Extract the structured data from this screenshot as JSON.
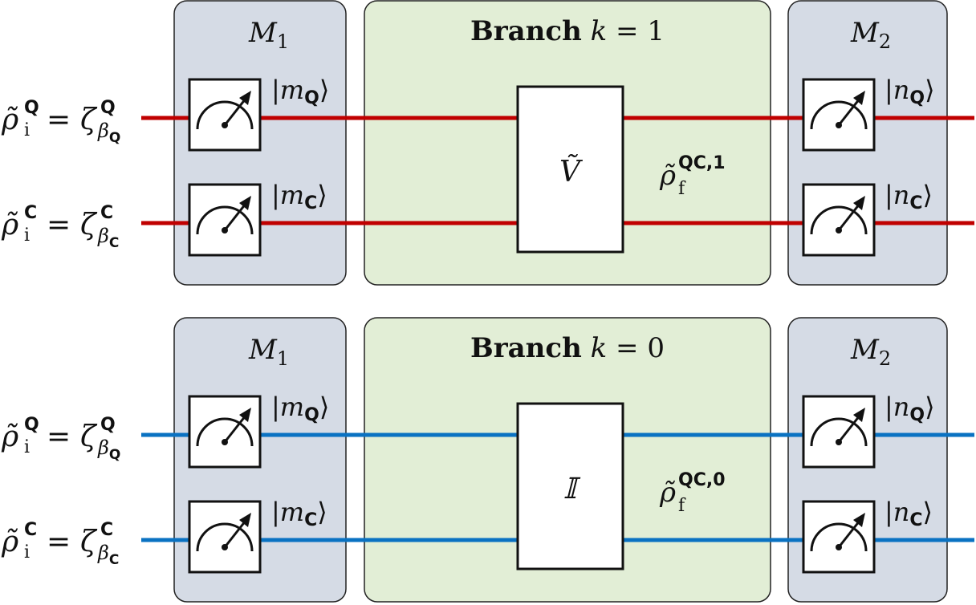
{
  "colors": {
    "measure_box_fill": "#d5dbe5",
    "branch_box_fill": "#e2eed6",
    "border": "#222222",
    "wire_branch_1": "#c00000",
    "wire_branch_0": "#0a72c2"
  },
  "panels": [
    {
      "id": "k1",
      "wire_color_key": "wire_branch_1",
      "m1_label": "M",
      "m1_sub": "1",
      "m2_label": "M",
      "m2_sub": "2",
      "branch_word": "Branch",
      "branch_k": "k",
      "branch_eq": " = 1",
      "gate_symbol": "Ṽ",
      "final_state": {
        "base": "ρ̃",
        "sub": "f",
        "sup": "QC,1"
      },
      "inputs": [
        {
          "lhs_base": "ρ̃",
          "lhs_sub": "i",
          "lhs_sup": "Q",
          "eq": "=",
          "rhs_base": "ζ",
          "rhs_sup": "Q",
          "rhs_sub": "β",
          "rhs_subsub": "Q"
        },
        {
          "lhs_base": "ρ̃",
          "lhs_sub": "i",
          "lhs_sup": "C",
          "eq": "=",
          "rhs_base": "ζ",
          "rhs_sup": "C",
          "rhs_sub": "β",
          "rhs_subsub": "C"
        }
      ],
      "outcomes_m1": [
        {
          "open": "|",
          "letter": "m",
          "sub": "Q",
          "close": "⟩"
        },
        {
          "open": "|",
          "letter": "m",
          "sub": "C",
          "close": "⟩"
        }
      ],
      "outcomes_m2": [
        {
          "open": "|",
          "letter": "n",
          "sub": "Q",
          "close": "⟩"
        },
        {
          "open": "|",
          "letter": "n",
          "sub": "C",
          "close": "⟩"
        }
      ],
      "meter_icon": "meter-icon"
    },
    {
      "id": "k0",
      "wire_color_key": "wire_branch_0",
      "m1_label": "M",
      "m1_sub": "1",
      "m2_label": "M",
      "m2_sub": "2",
      "branch_word": "Branch",
      "branch_k": "k",
      "branch_eq": " = 0",
      "gate_symbol": "𝕀",
      "final_state": {
        "base": "ρ̃",
        "sub": "f",
        "sup": "QC,0"
      },
      "inputs": [
        {
          "lhs_base": "ρ̃",
          "lhs_sub": "i",
          "lhs_sup": "Q",
          "eq": "=",
          "rhs_base": "ζ",
          "rhs_sup": "Q",
          "rhs_sub": "β",
          "rhs_subsub": "Q"
        },
        {
          "lhs_base": "ρ̃",
          "lhs_sub": "i",
          "lhs_sup": "C",
          "eq": "=",
          "rhs_base": "ζ",
          "rhs_sup": "C",
          "rhs_sub": "β",
          "rhs_subsub": "C"
        }
      ],
      "outcomes_m1": [
        {
          "open": "|",
          "letter": "m",
          "sub": "Q",
          "close": "⟩"
        },
        {
          "open": "|",
          "letter": "m",
          "sub": "C",
          "close": "⟩"
        }
      ],
      "outcomes_m2": [
        {
          "open": "|",
          "letter": "n",
          "sub": "Q",
          "close": "⟩"
        },
        {
          "open": "|",
          "letter": "n",
          "sub": "C",
          "close": "⟩"
        }
      ],
      "meter_icon": "meter-icon"
    }
  ]
}
